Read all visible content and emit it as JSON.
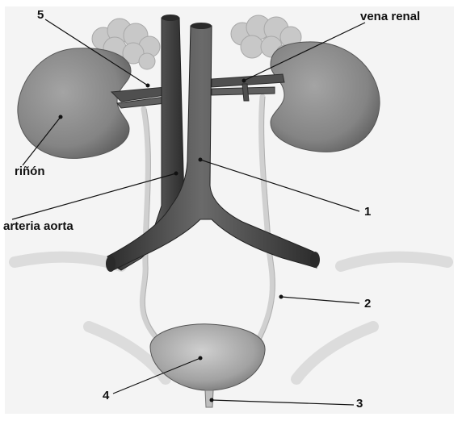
{
  "labels": {
    "num5": "5",
    "vena_renal": "vena renal",
    "rinon": "riñón",
    "arteria_aorta": "arteria aorta",
    "num1": "1",
    "num2": "2",
    "num4": "4",
    "num3": "3"
  },
  "colors": {
    "background": "#ffffff",
    "panel": "#f3f3f3",
    "kidney": "#8c8c8c",
    "adrenal": "#c9c9c9",
    "vessel": "#4a4a4a",
    "ureter": "#d2d2d2",
    "bladder": "#a8a8a8",
    "leader": "#111111"
  }
}
